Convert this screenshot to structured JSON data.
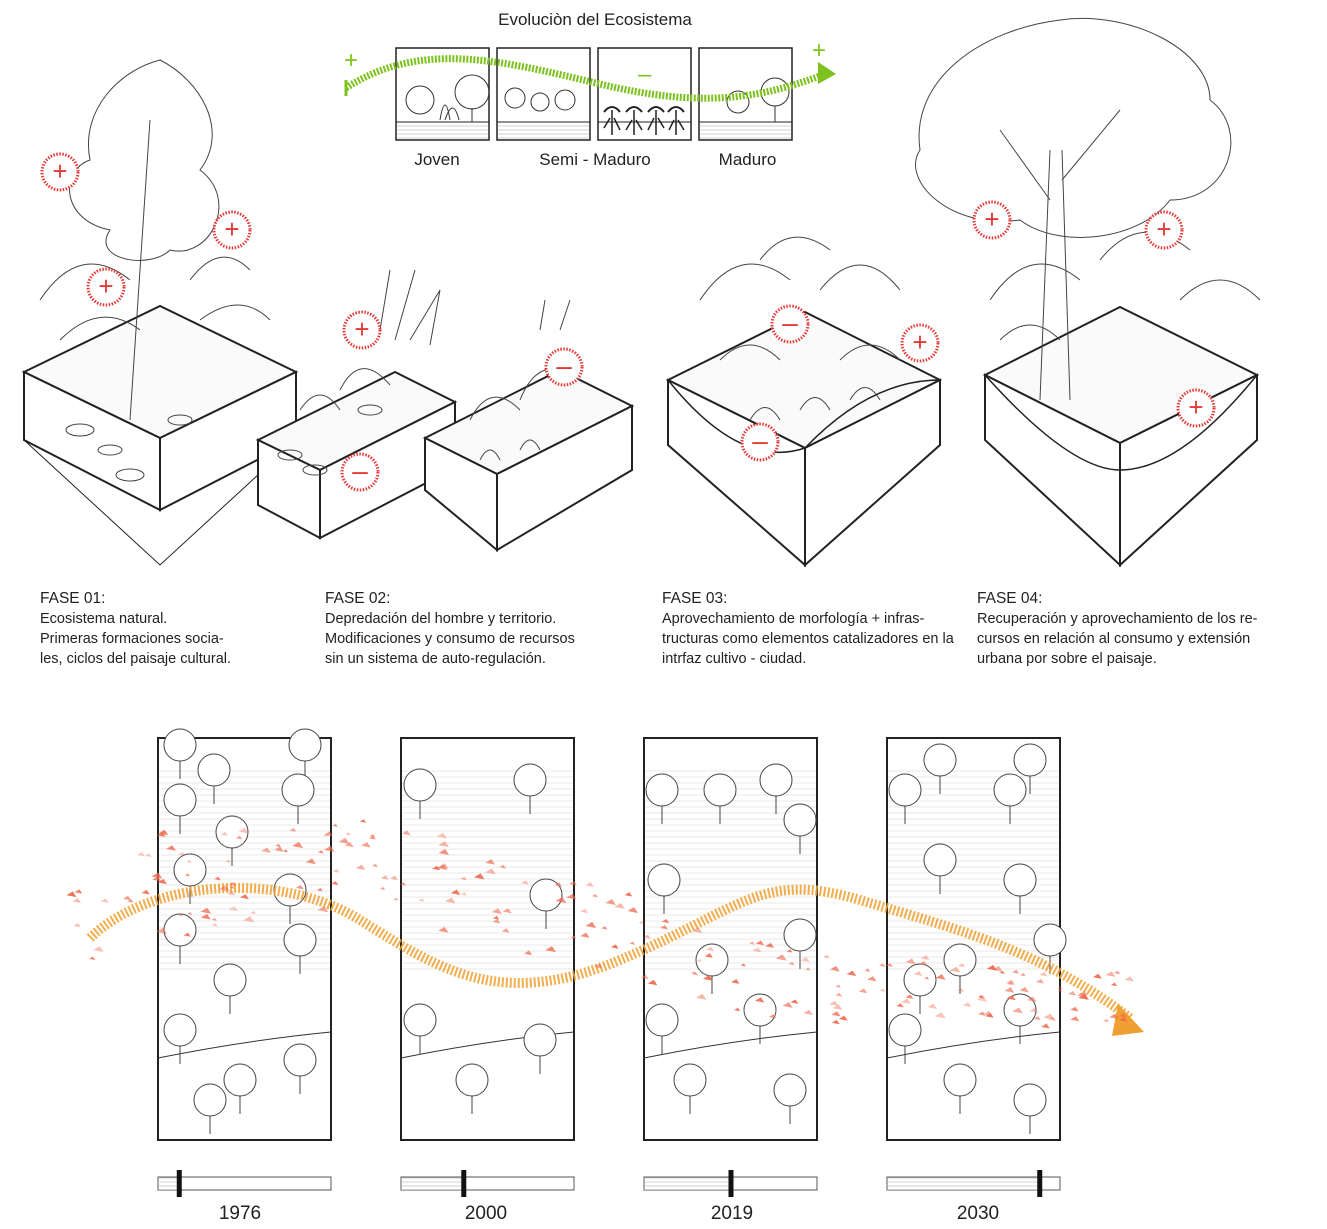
{
  "header": {
    "title": "Evoluciòn del Ecosistema",
    "stages": [
      "Joven",
      "Semi - Maduro",
      "Maduro"
    ],
    "signs": {
      "start": "+",
      "middle": "–",
      "end": "+"
    }
  },
  "phases": [
    {
      "title": "FASE 01:",
      "lines": [
        "Ecosistema natural.",
        "Primeras formaciones socia-",
        "les, ciclos del paisaje cultural."
      ]
    },
    {
      "title": "FASE 02:",
      "lines": [
        "Depredación del hombre y territorio.",
        "Modificaciones y consumo de recursos",
        "sin un sistema de auto-regulación."
      ]
    },
    {
      "title": "FASE 03:",
      "lines": [
        "Aprovechamiento de morfología + infras-",
        "tructuras como elementos catalizadores en la",
        "intrfaz cultivo - ciudad."
      ]
    },
    {
      "title": "FASE 04:",
      "lines": [
        "Recuperación y aprovechamiento de los re-",
        "cursos en relación al consumo y extensión",
        "urbana por sobre el paisaje."
      ]
    }
  ],
  "timeline": {
    "years": [
      "1976",
      "2000",
      "2019",
      "2030"
    ],
    "progress": [
      0.12,
      0.36,
      0.5,
      0.88
    ]
  },
  "markers": {
    "plus": "+",
    "minus": "–",
    "plus_color": "#e53935",
    "minus_color": "#e53935"
  },
  "colors": {
    "accent_green": "#7dc21e",
    "accent_orange": "#f0a030",
    "birds": "#ef6a4f",
    "line": "#222222"
  }
}
